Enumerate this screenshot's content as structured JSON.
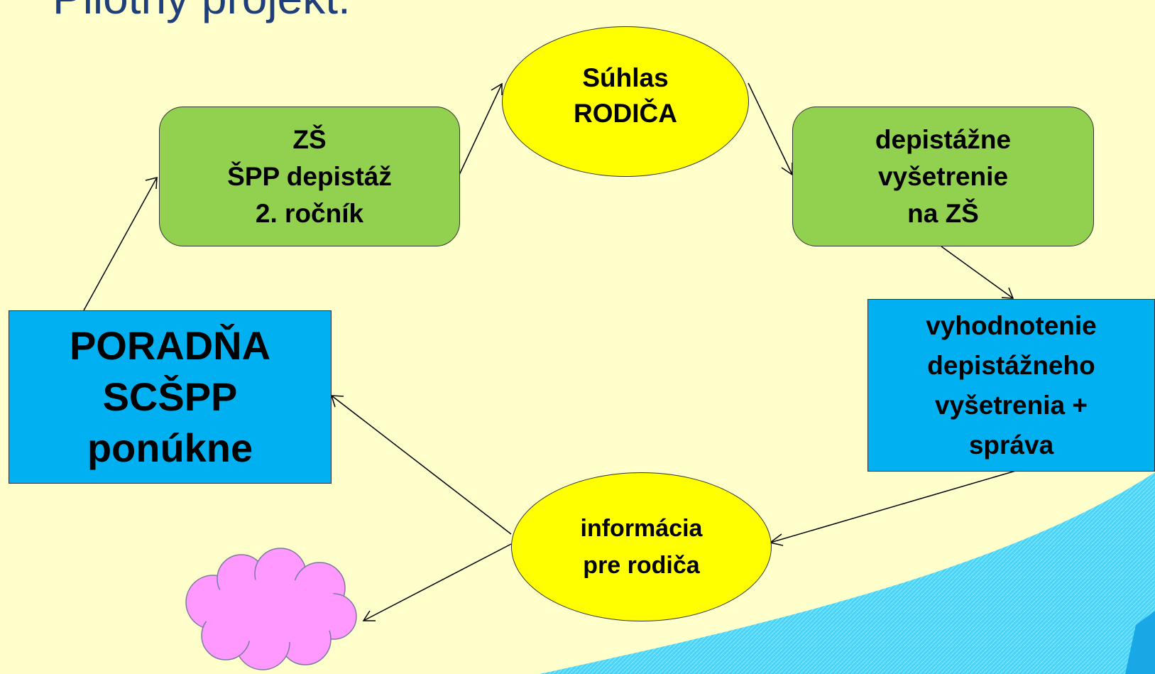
{
  "title": "Pilotný projekt:",
  "nodes": {
    "suhlas": {
      "lines": [
        "Súhlas",
        "RODIČA"
      ]
    },
    "zs": {
      "lines": [
        "ZŠ",
        "ŠPP depistáž",
        "2. ročník"
      ]
    },
    "depistazne": {
      "lines": [
        "depistážne",
        "vyšetrenie",
        "na ZŠ"
      ]
    },
    "vyhodnotenie": {
      "lines": [
        "vyhodnotenie",
        "depistážneho",
        "vyšetrenia +",
        "správa"
      ]
    },
    "informacia": {
      "lines": [
        "informácia",
        "pre rodiča"
      ]
    },
    "poradna": {
      "lines": [
        "PORADŇA",
        "SCŠPP",
        "ponúkne"
      ]
    }
  },
  "colors": {
    "background": "#ffffcc",
    "green_box": "#92d050",
    "blue_box": "#00b0f0",
    "ellipse": "#ffff00",
    "cloud": "#ff99ff",
    "title": "#1f3f7a"
  }
}
